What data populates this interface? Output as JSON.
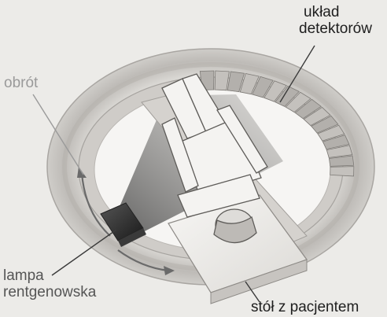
{
  "labels": {
    "detector_line1": "układ",
    "detector_line2": "detektorów",
    "rotation": "obrót",
    "lamp_line1": "lampa",
    "lamp_line2": "rentgenowska",
    "table": "stół z pacjentem"
  },
  "colors": {
    "background": "#ecebe8",
    "ring_outer": "#c9c7c4",
    "ring_inner": "#d8d6d2",
    "bore": "#f6f5f3",
    "detector": "#bdbab6",
    "table": "#f2f1ee",
    "text": "#1e1e1e",
    "text_faint": "#9a9a9a",
    "arrow": "#6a6a6a"
  }
}
